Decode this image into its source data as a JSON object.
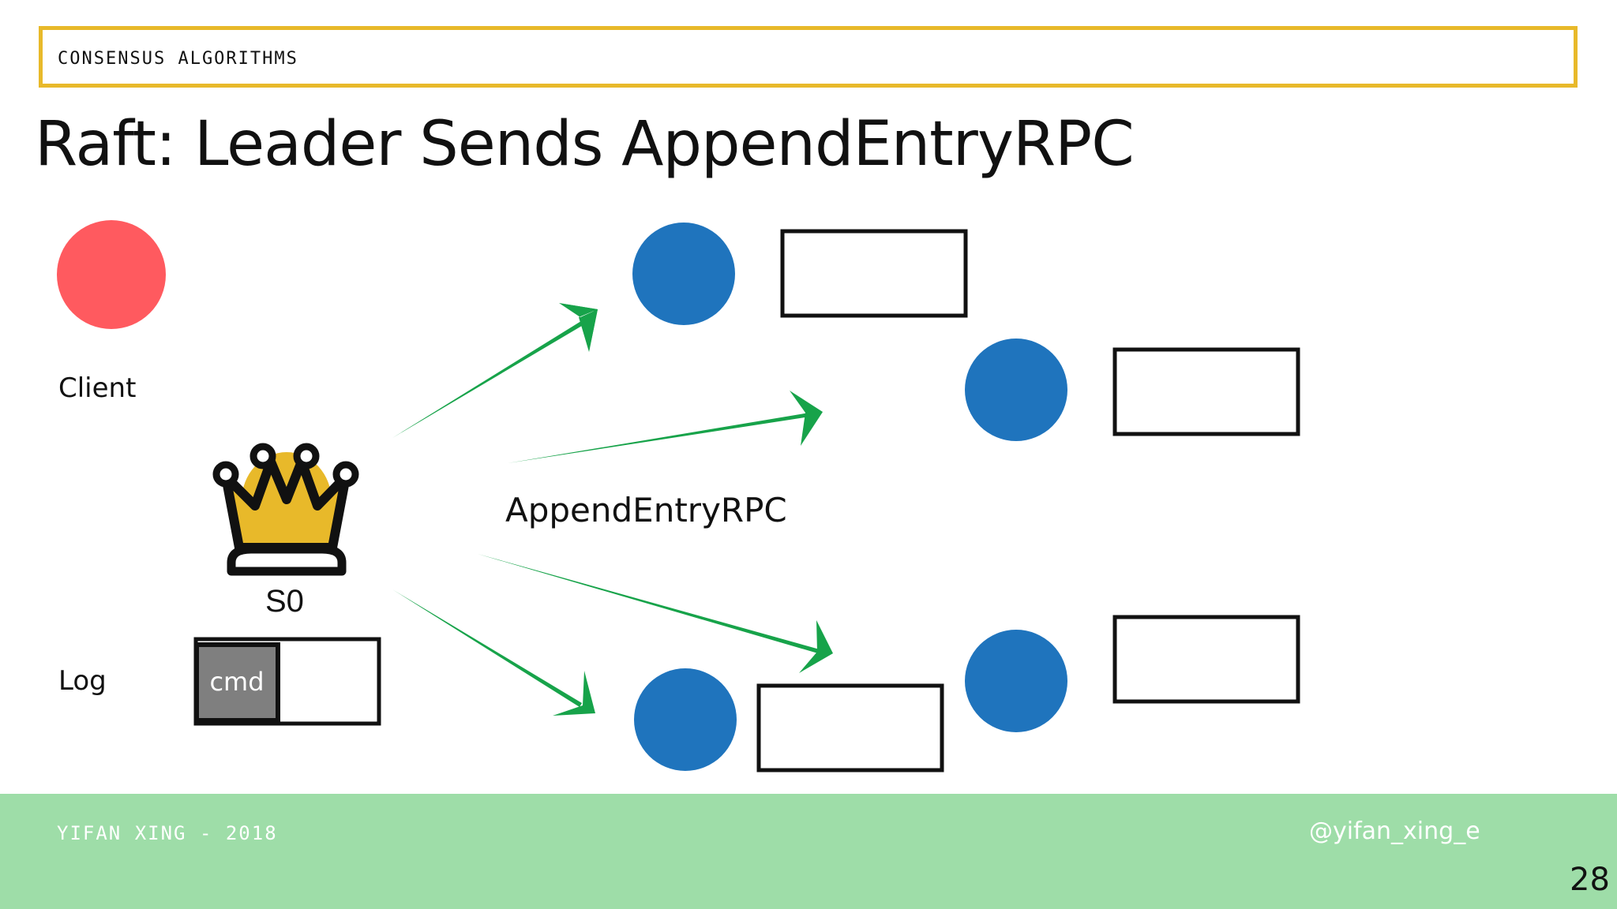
{
  "header": {
    "section": "CONSENSUS ALGORITHMS",
    "title": "Raft: Leader Sends AppendEntryRPC"
  },
  "diagram": {
    "client_label": "Client",
    "leader_label": "S0",
    "log_label": "Log",
    "log_entry": "cmd",
    "rpc_label": "AppendEntryRPC"
  },
  "footer": {
    "author": "YIFAN XING - 2018",
    "handle": "@yifan_xing_e",
    "page_number": "28"
  },
  "colors": {
    "accent_border": "#E8B92A",
    "client_node": "#FF5A5F",
    "follower_node": "#1F74BD",
    "arrow": "#17A34A",
    "crown_fill": "#E8B92A",
    "log_entry_fill": "#7F7F7F",
    "footer_bg": "#9EDDA8"
  },
  "icons": {
    "leader": "crown-icon"
  }
}
